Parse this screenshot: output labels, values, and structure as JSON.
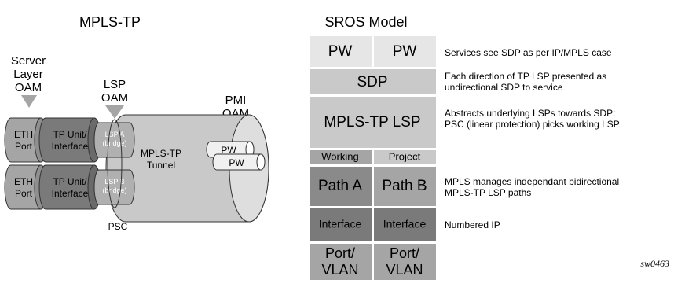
{
  "left": {
    "title": "MPLS-TP",
    "server_layer_oam": [
      "Server",
      "Layer",
      "OAM"
    ],
    "lsp_oam": [
      "LSP",
      "OAM"
    ],
    "pmi_oam": [
      "PMI",
      "OAM"
    ],
    "eth_port": [
      "ETH",
      "Port"
    ],
    "tp_unit": [
      "TP Unit/",
      "Interface"
    ],
    "lsp_a": [
      "LSP A",
      "(bridge)"
    ],
    "lsp_b": [
      "LSP B",
      "(bridge)"
    ],
    "tunnel": [
      "MPLS-TP",
      "Tunnel"
    ],
    "pw1": "PW",
    "pw2": "PW",
    "psc": "PSC"
  },
  "right": {
    "title": "SROS Model",
    "rows": {
      "pw_left": "PW",
      "pw_right": "PW",
      "sdp": "SDP",
      "lsp": "MPLS-TP LSP",
      "working": "Working",
      "project": "Project",
      "path_a": "Path A",
      "path_b": "Path B",
      "if_left": "Interface",
      "if_right": "Interface",
      "port_left": [
        "Port/",
        "VLAN"
      ],
      "port_right": [
        "Port/",
        "VLAN"
      ]
    },
    "descriptions": {
      "pw": [
        "Services see SDP as per IP/MPLS case"
      ],
      "sdp": [
        "Each direction of TP LSP presented as",
        "undirectional SDP to service"
      ],
      "lsp": [
        "Abstracts underlying LSPs towards SDP:",
        "PSC (linear protection) picks working LSP"
      ],
      "paths": [
        "MPLS manages independant bidirectional",
        "MPLS-TP LSP paths"
      ],
      "interface": [
        "Numbered IP"
      ]
    }
  },
  "signature": "sw0463",
  "colors": {
    "light_gray": "#e6e6e6",
    "mid_gray": "#c9c9c9",
    "dark_gray": "#8a8a8a",
    "darker_gray": "#7a7a7a",
    "medium_gray": "#a5a5a5"
  }
}
